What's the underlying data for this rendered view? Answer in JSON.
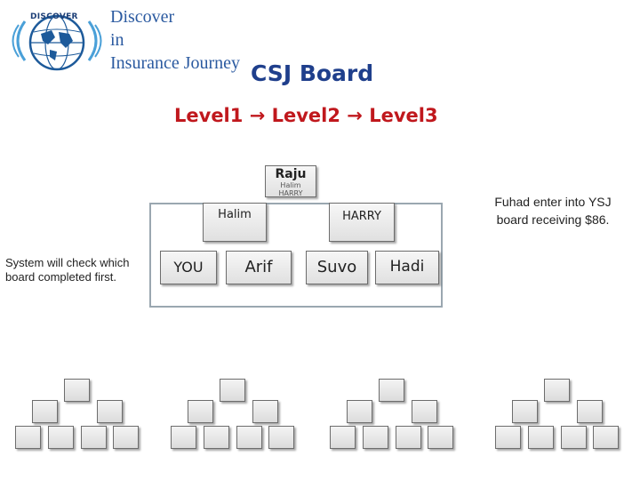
{
  "header": {
    "logo_badge": "DISCOVER",
    "logo_lines": [
      "Discover",
      "in",
      "Insurance Journey"
    ],
    "title": "CSJ Board",
    "levels": {
      "level1": "Level1",
      "level2": "Level2",
      "level3": "Level3",
      "arrow": "→"
    }
  },
  "board": {
    "top": {
      "name": "Raju",
      "sub1": "Halim",
      "sub2": "HARRY"
    },
    "second_left": "Halim",
    "second_right": "HARRY",
    "third": [
      "YOU",
      "Arif",
      "Suvo",
      "Hadi"
    ]
  },
  "notes": {
    "left": "System will check which board completed first.",
    "right": "Fuhad enter into YSJ board receiving $86."
  },
  "colors": {
    "title": "#1f3f8c",
    "levels": "#c0181d",
    "logo_text": "#2b5aa0",
    "outline": "#9aa7b0",
    "box_border": "#6d6d6d"
  }
}
